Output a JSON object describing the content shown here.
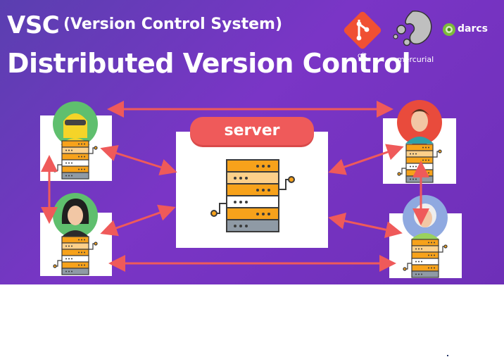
{
  "header": {
    "title_abbr": "VSC",
    "title_expansion": "(Version Control System)",
    "main_title": "Distributed Version Control"
  },
  "logos": {
    "git": "git",
    "mercurial": "mercurial",
    "darcs": "darcs"
  },
  "diagram": {
    "server_label": "server",
    "colors": {
      "background": "#6a36c0",
      "arrow": "#ef5a5a",
      "rack_orange": "#f7a21b",
      "rack_light": "#fdd08a",
      "rack_gray": "#8f9aa5"
    },
    "nodes": [
      "user-top-left",
      "user-bottom-left",
      "user-top-right",
      "user-bottom-right"
    ]
  }
}
